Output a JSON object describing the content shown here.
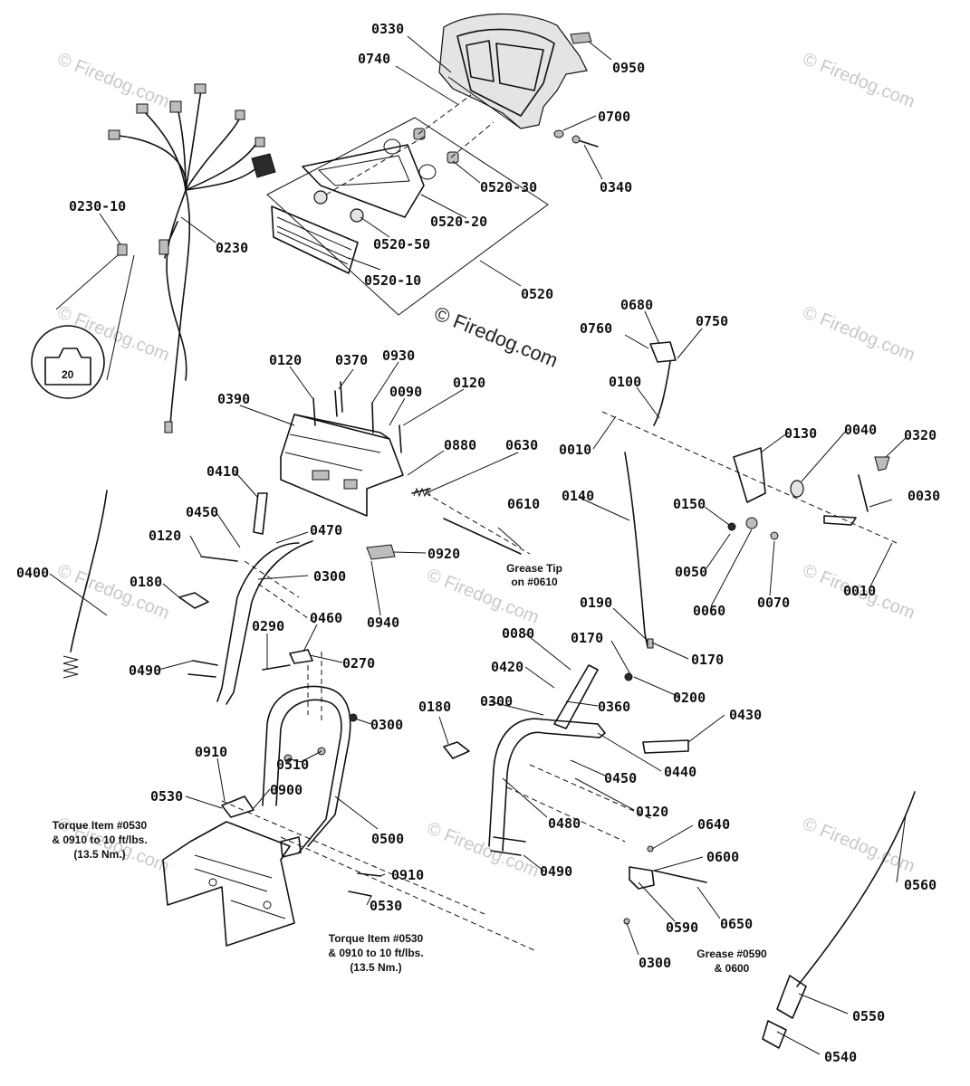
{
  "watermarks": {
    "center": "© Firedog.com",
    "faint": "© Firedog.com"
  },
  "labels": {
    "p0330": "0330",
    "p0740": "0740",
    "p0950": "0950",
    "p0700": "0700",
    "p0340": "0340",
    "p0520_30": "0520-30",
    "p0520_20": "0520-20",
    "p0520_50": "0520-50",
    "p0520_10": "0520-10",
    "p0520": "0520",
    "p0230_10": "0230-10",
    "p0230": "0230",
    "p0680": "0680",
    "p0760": "0760",
    "p0750": "0750",
    "p0100": "0100",
    "p0120_a": "0120",
    "p0370": "0370",
    "p0930": "0930",
    "p0090": "0090",
    "p0120_b": "0120",
    "p0390": "0390",
    "p0880": "0880",
    "p0630": "0630",
    "p0010_a": "0010",
    "p0130": "0130",
    "p0040": "0040",
    "p0320": "0320",
    "p0030": "0030",
    "p0410": "0410",
    "p0140": "0140",
    "p0150": "0150",
    "p0450_a": "0450",
    "p0610": "0610",
    "p0120_c": "0120",
    "p0470": "0470",
    "p0400": "0400",
    "p0300_a": "0300",
    "p0920": "0920",
    "p0050": "0050",
    "p0010_b": "0010",
    "p0180_a": "0180",
    "p0060": "0060",
    "p0070": "0070",
    "p0940": "0940",
    "p0290": "0290",
    "p0460": "0460",
    "p0190": "0190",
    "p0080": "0080",
    "p0170_a": "0170",
    "p0170_b": "0170",
    "p0490_a": "0490",
    "p0270": "0270",
    "p0420": "0420",
    "p0200": "0200",
    "p0300_b": "0300",
    "p0360": "0360",
    "p0300_c": "0300",
    "p0430": "0430",
    "p0180_b": "0180",
    "p0510": "0510",
    "p0450_b": "0450",
    "p0440": "0440",
    "p0910_a": "0910",
    "p0900": "0900",
    "p0530_a": "0530",
    "p0120_d": "0120",
    "p0480": "0480",
    "p0500": "0500",
    "p0640": "0640",
    "p0600": "0600",
    "p0910_b": "0910",
    "p0490_b": "0490",
    "p0560": "0560",
    "p0530_b": "0530",
    "p0650": "0650",
    "p0590": "0590",
    "p0300_d": "0300",
    "p0550": "0550",
    "p0540": "0540"
  },
  "notes": {
    "grease_tip": [
      "Grease Tip",
      "on #0610"
    ],
    "torque_left": [
      "Torque Item #0530",
      "& 0910 to 10 ft/lbs.",
      "(13.5 Nm.)"
    ],
    "torque_bottom": [
      "Torque Item #0530",
      "& 0910 to 10 ft/lbs.",
      "(13.5 Nm.)"
    ],
    "grease_0590": [
      "Grease #0590",
      "& 0600"
    ]
  }
}
